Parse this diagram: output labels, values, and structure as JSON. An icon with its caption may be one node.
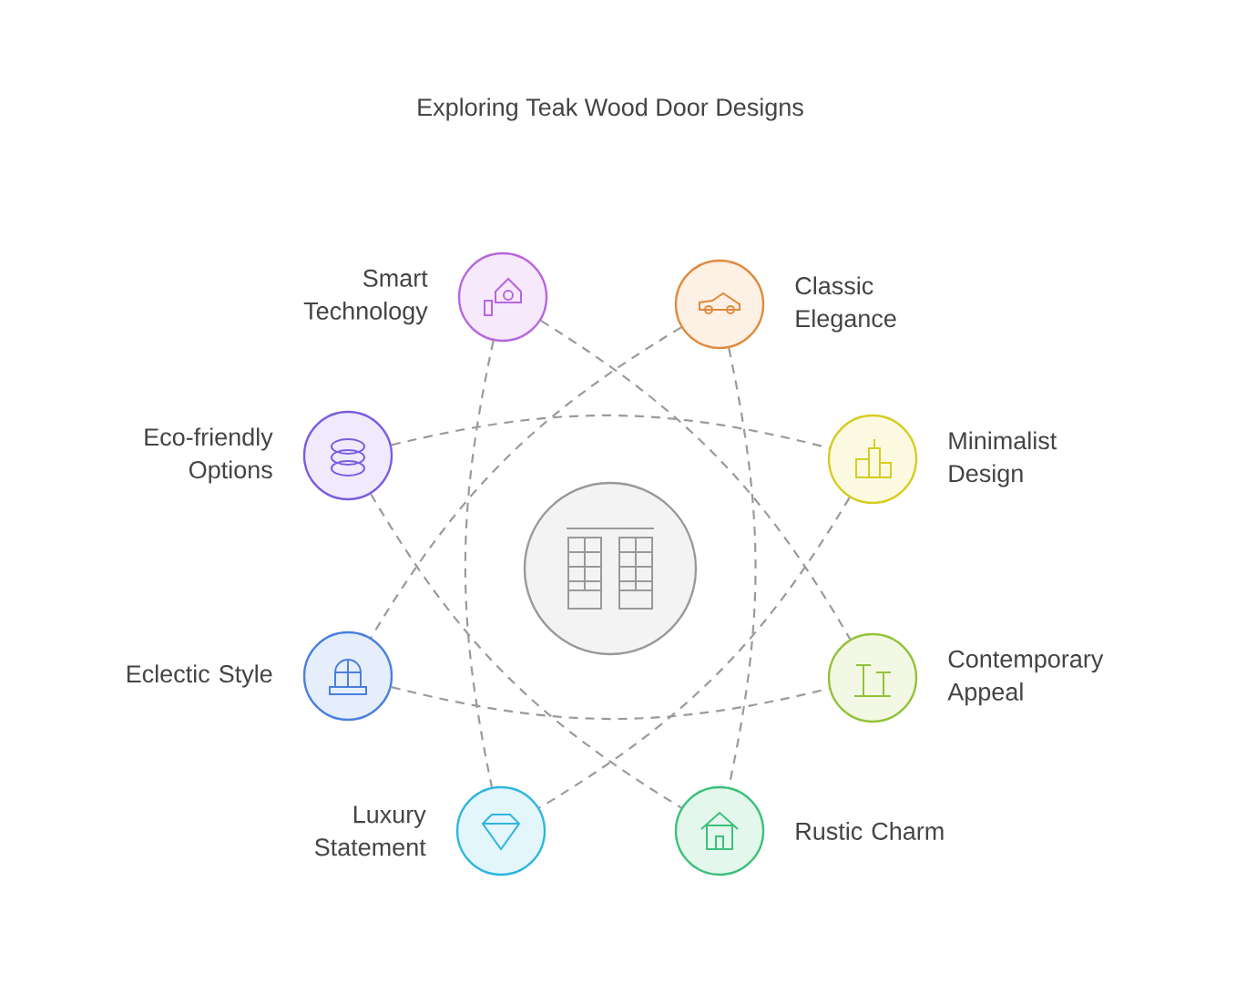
{
  "diagram": {
    "title": "Exploring Teak Wood Door Designs",
    "nodes": [
      {
        "text": [],
        "shape": "circle"
      },
      {
        "text": [
          "Smart Technology"
        ]
      },
      {
        "text": [
          "Classic Elegance"
        ]
      },
      {
        "text": [
          "Eco-friendly Options"
        ]
      },
      {
        "text": [
          "Minimalist Design"
        ]
      },
      {
        "text": [
          "Eclectic Style"
        ]
      },
      {
        "text": [
          "Contemporary Appeal"
        ]
      },
      {
        "text": [
          "Luxury Statement"
        ]
      },
      {
        "text": [
          "Rustic Charm"
        ]
      }
    ],
    "edges": [
      {
        "from": 1,
        "to": 7,
        "arrow": "none",
        "style": "dashed"
      },
      {
        "from": 2,
        "to": 8,
        "arrow": "none",
        "style": "dashed"
      },
      {
        "from": 3,
        "to": 4,
        "arrow": "none",
        "style": "dashed"
      },
      {
        "from": 5,
        "to": 6,
        "arrow": "none",
        "style": "dashed"
      },
      {
        "from": 1,
        "to": 6,
        "arrow": "none",
        "style": "dashed"
      },
      {
        "from": 3,
        "to": 8,
        "arrow": "none",
        "style": "dashed"
      },
      {
        "from": 2,
        "to": 5,
        "arrow": "none",
        "style": "dashed"
      },
      {
        "from": 4,
        "to": 7,
        "arrow": "none",
        "style": "dashed"
      }
    ]
  }
}
